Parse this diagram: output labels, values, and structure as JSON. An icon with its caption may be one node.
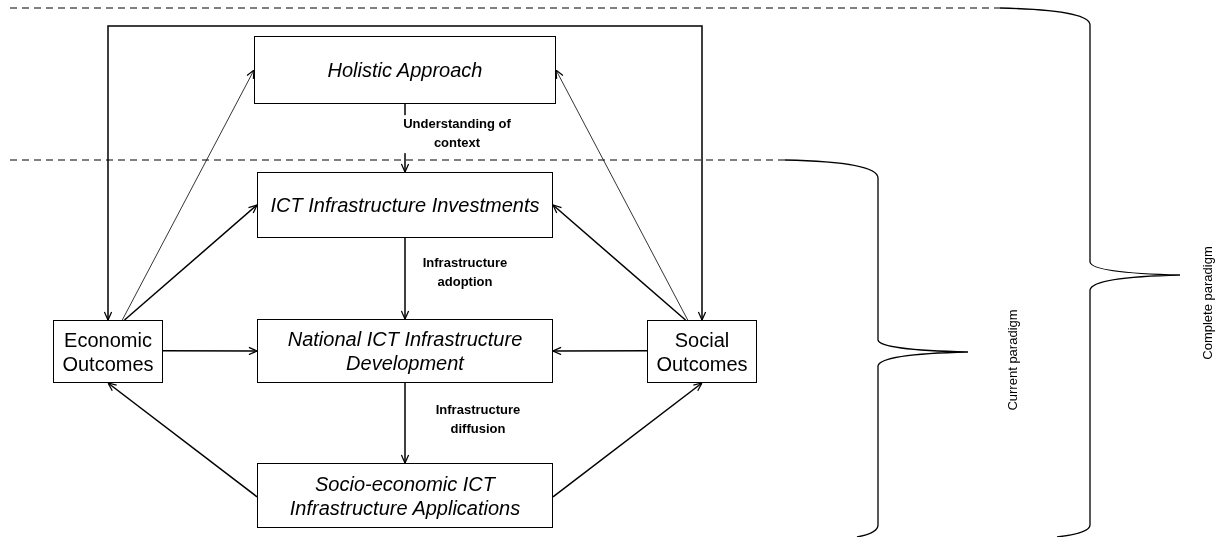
{
  "diagram": {
    "nodes": [
      {
        "text": [
          "Holistic Approach"
        ]
      },
      {
        "text": [
          "ICT Infrastructure Investments"
        ]
      },
      {
        "text": [
          "Economic Outcomes"
        ]
      },
      {
        "text": [
          "National ICT Infrastructure Development"
        ]
      },
      {
        "text": [
          "Social Outcomes"
        ]
      },
      {
        "text": [
          "Socio-economic ICT Infrastructure Applications"
        ]
      }
    ],
    "edges": [
      {
        "from": 0,
        "to": 1,
        "arrow": "to",
        "label": "Understanding of context"
      },
      {
        "from": 1,
        "to": 3,
        "arrow": "to",
        "label": "Infrastructure adoption"
      },
      {
        "from": 3,
        "to": 5,
        "arrow": "to",
        "label": "Infrastructure diffusion"
      },
      {
        "from": 2,
        "to": 3,
        "arrow": "to"
      },
      {
        "from": 4,
        "to": 3,
        "arrow": "to"
      },
      {
        "from": 2,
        "to": 1,
        "arrow": "to"
      },
      {
        "from": 4,
        "to": 1,
        "arrow": "to"
      },
      {
        "from": 2,
        "to": 0,
        "arrow": "to"
      },
      {
        "from": 4,
        "to": 0,
        "arrow": "to"
      },
      {
        "from": 5,
        "to": 2,
        "arrow": "to"
      },
      {
        "from": 5,
        "to": 4,
        "arrow": "to"
      },
      {
        "from": 2,
        "to": 4,
        "arrow": "both"
      }
    ],
    "labels": [
      "Current paradigm",
      "Complete paradigm"
    ]
  }
}
